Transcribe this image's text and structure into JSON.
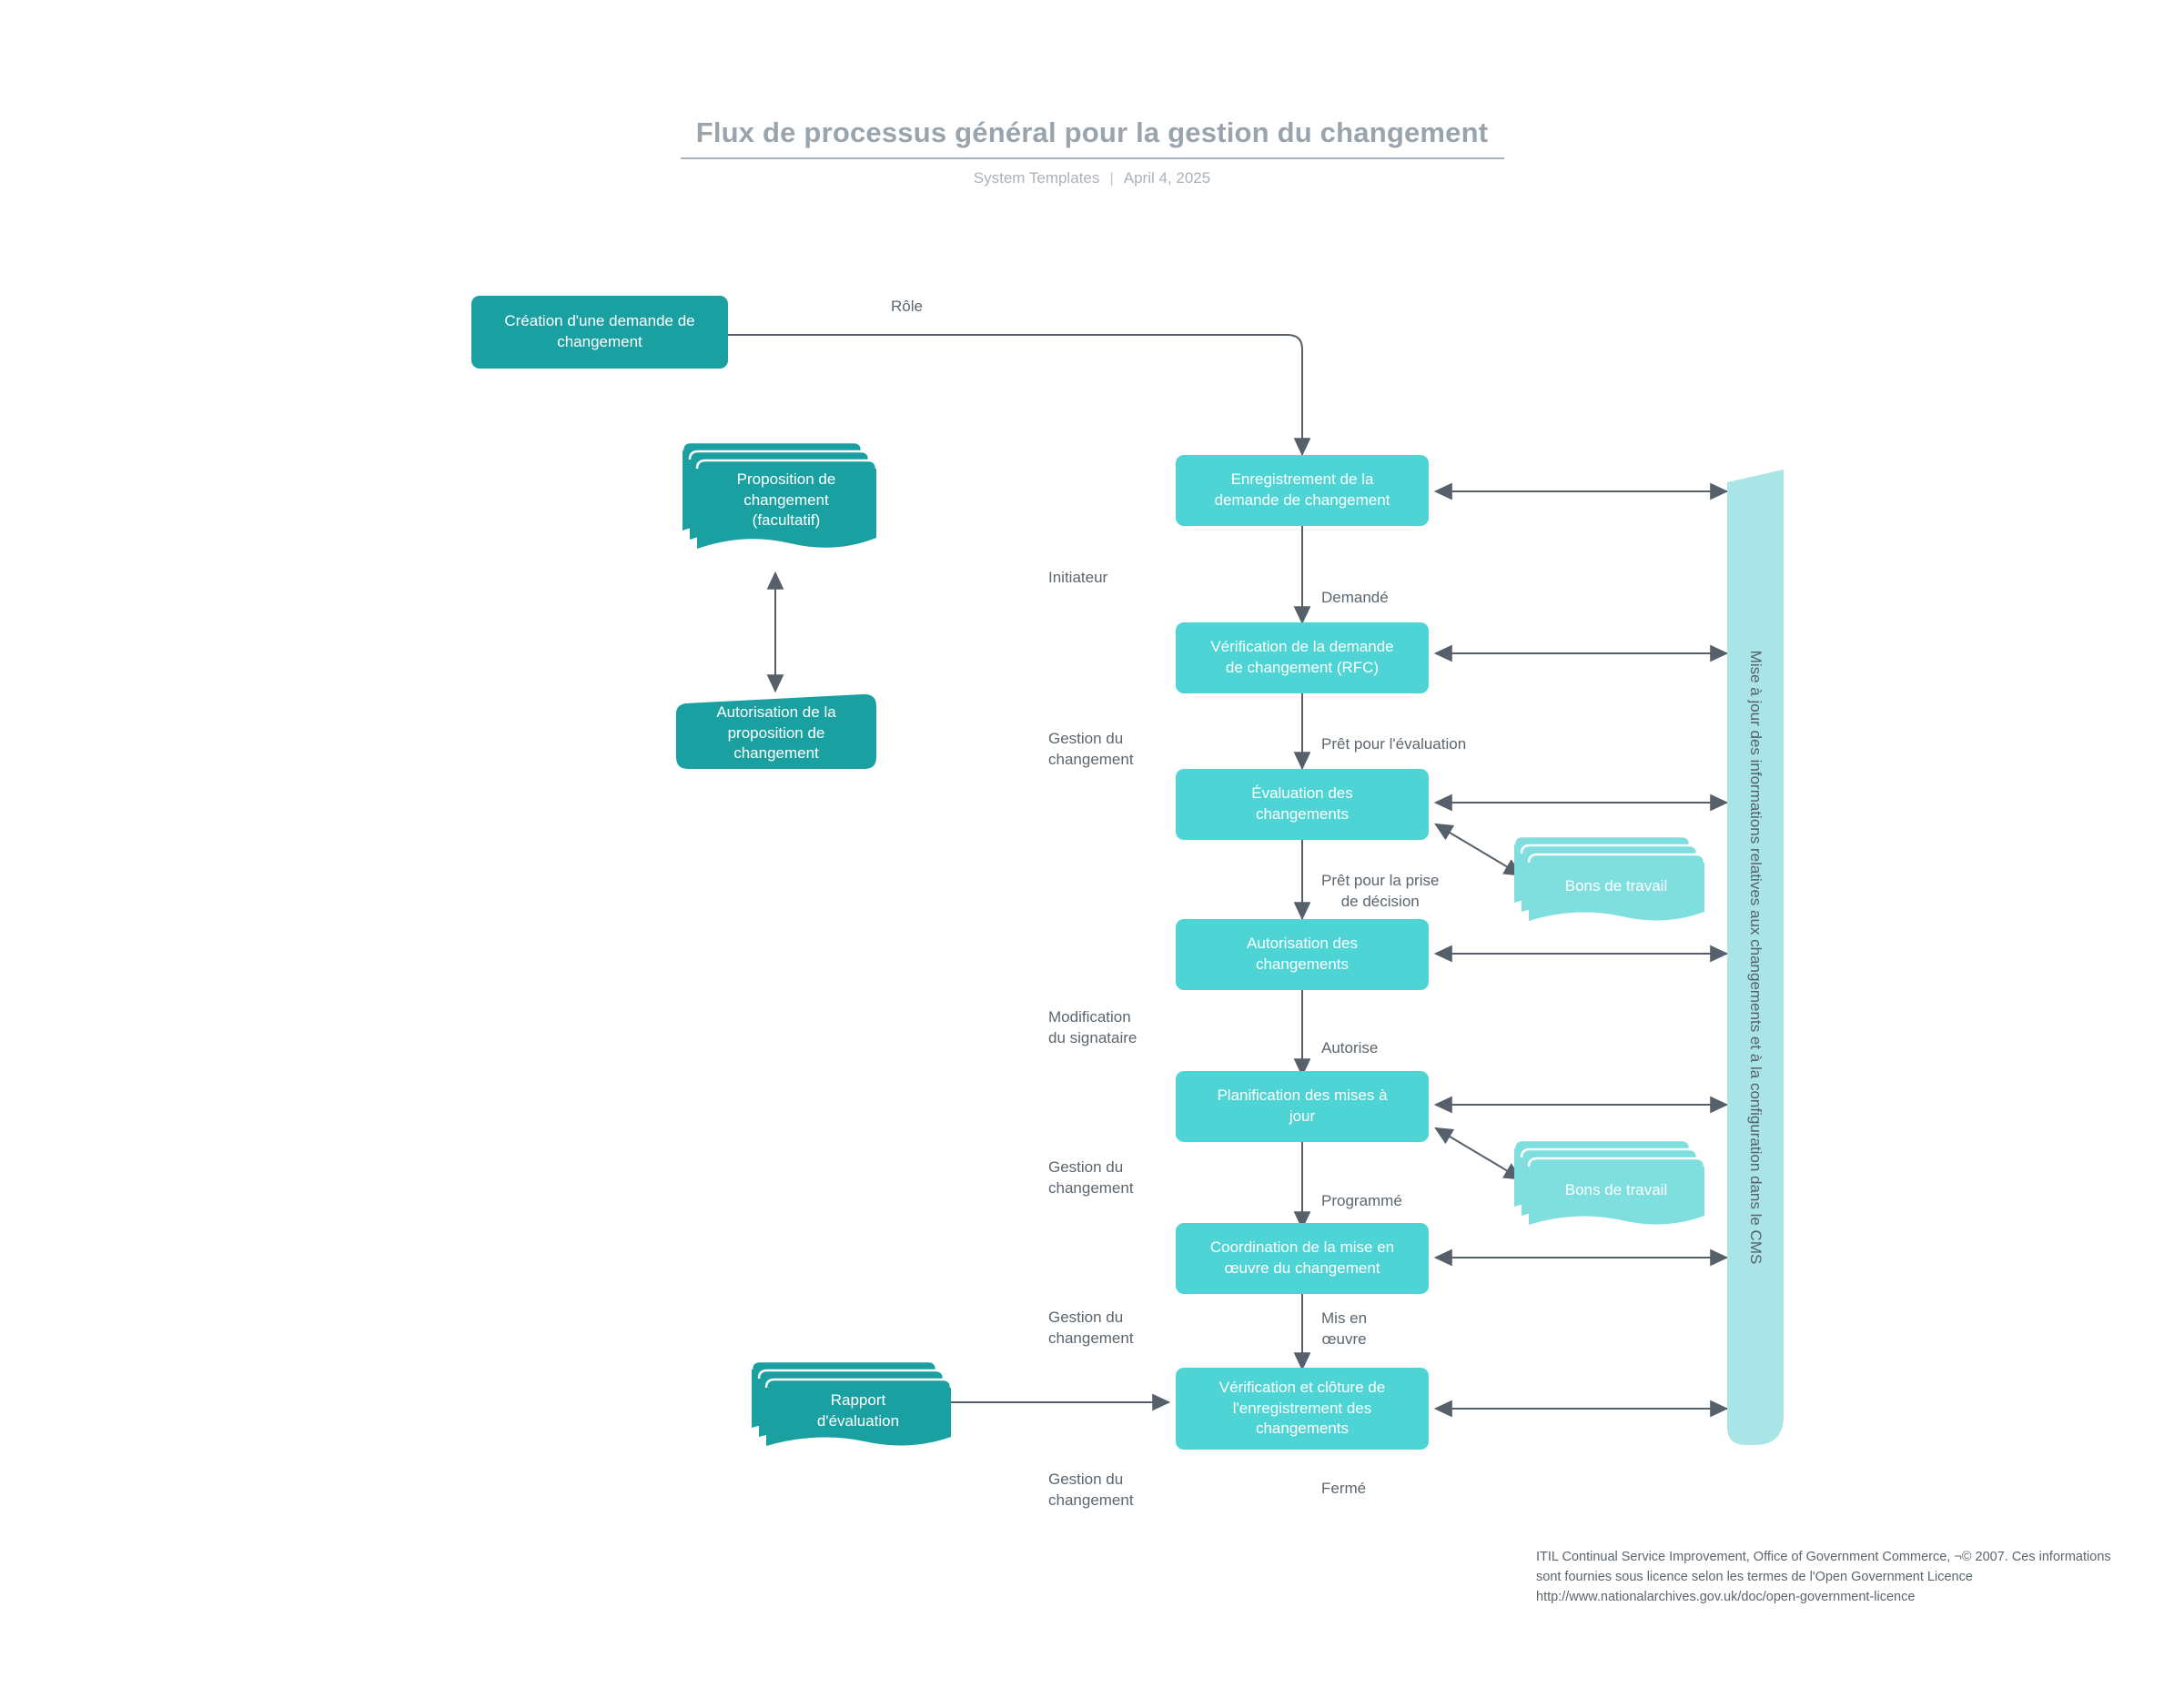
{
  "header": {
    "title": "Flux de processus général pour la gestion du changement",
    "source": "System Templates",
    "separator": "|",
    "date": "April 4, 2025"
  },
  "colors": {
    "teal_dark": "#1ba0a2",
    "teal_mid": "#4ed4d4",
    "teal_light": "#7fdede",
    "band_light": "#a9e5e6",
    "connector": "#56606a",
    "text_gray": "#5b666f",
    "title_gray": "#9aa4ad"
  },
  "nodes": {
    "creation": {
      "label": "Création d'une demande de\nchangement",
      "shape": "process",
      "fill": "teal_dark"
    },
    "proposition": {
      "label": "Proposition de\nchangement\n(facultatif)",
      "shape": "document-stack",
      "fill": "teal_dark"
    },
    "autorisation_proposition": {
      "label": "Autorisation de la\nproposition de\nchangement",
      "shape": "document",
      "fill": "teal_dark"
    },
    "enregistrement": {
      "label": "Enregistrement de la\ndemande de changement",
      "shape": "process",
      "fill": "teal_mid"
    },
    "verification_rfc": {
      "label": "Vérification de la demande\nde changement (RFC)",
      "shape": "process",
      "fill": "teal_mid"
    },
    "evaluation": {
      "label": "Évaluation des\nchangements",
      "shape": "process",
      "fill": "teal_mid"
    },
    "autorisation_changements": {
      "label": "Autorisation des\nchangements",
      "shape": "process",
      "fill": "teal_mid"
    },
    "planification": {
      "label": "Planification des mises à\njour",
      "shape": "process",
      "fill": "teal_mid"
    },
    "coordination": {
      "label": "Coordination de la mise en\nœuvre du changement",
      "shape": "process",
      "fill": "teal_mid"
    },
    "verification_cloture": {
      "label": "Vérification et clôture de\nl'enregistrement des\nchangements",
      "shape": "process",
      "fill": "teal_mid"
    },
    "bons_travail_1": {
      "label": "Bons de travail",
      "shape": "document-stack",
      "fill": "teal_light"
    },
    "bons_travail_2": {
      "label": "Bons de travail",
      "shape": "document-stack",
      "fill": "teal_light"
    },
    "rapport_evaluation": {
      "label": "Rapport\nd'évaluation",
      "shape": "document-stack",
      "fill": "teal_dark"
    },
    "cms_band": {
      "label": "Mise à jour des informations relatives aux changements et à la configuration dans le CMS",
      "shape": "vertical-band",
      "fill": "band_light"
    }
  },
  "flow_labels": {
    "role": "Rôle",
    "demande": "Demandé",
    "pret_evaluation": "Prêt pour l'évaluation",
    "pret_decision": "Prêt pour la prise\nde décision",
    "autorise": "Autorise",
    "programme": "Programmé",
    "mis_en_oeuvre": "Mis en\nœuvre",
    "ferme": "Fermé"
  },
  "role_labels": {
    "initiateur": "Initiateur",
    "gestion_1": "Gestion du\nchangement",
    "modification_signataire": "Modification\ndu signataire",
    "gestion_2": "Gestion du\nchangement",
    "gestion_3": "Gestion du\nchangement",
    "gestion_4": "Gestion du\nchangement"
  },
  "attribution": {
    "text": "ITIL Continual Service Improvement, Office of Government Commerce, ¬© 2007. Ces informations sont fournies sous licence selon les termes de l'Open Government Licence\nhttp://www.nationalarchives.gov.uk/doc/open-government-licence"
  }
}
